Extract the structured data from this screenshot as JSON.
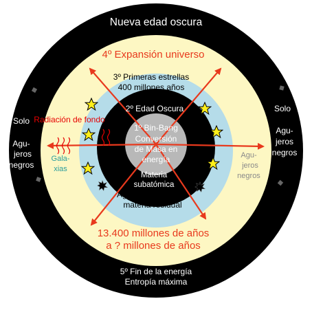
{
  "colors": {
    "outer_ring": "#000000",
    "cream_ring": "#fdf7c3",
    "light_blue_ring": "#b5dce9",
    "inner_black": "#000000",
    "core": "#b8b8b8",
    "arrow_red": "#e8391d",
    "text_orange_red": "#e8391d",
    "text_white": "#ffffff",
    "text_black": "#000000",
    "text_red": "#e60000",
    "text_teal": "#2a9d9d",
    "text_gray": "#8a8a8a",
    "star_yellow": "#ffef1a"
  },
  "labels": {
    "outer_top": "Nueva edad oscura",
    "outer_bottom_1": "5º Fin de la energía",
    "outer_bottom_2": "Entropía máxima",
    "left_solo": "Solo",
    "left_agu": "Agu-",
    "left_jeros": "jeros",
    "left_negros": "negros",
    "right_solo": "Solo",
    "right_agu": "Agu-",
    "right_jeros": "jeros",
    "right_negros": "negros",
    "expansion": "4º Expansión universo",
    "stars_1": "3º Primeras estrellas",
    "stars_2": "400 millones años",
    "edad_oscura": "2º Edad Oscura",
    "bigbang_1": "1º Bin-Bang",
    "bigbang_2": "Conversión",
    "bigbang_3": "de Masa en",
    "bigbang_4": "energía",
    "materia_1": "Materia",
    "materia_2": "subatómica",
    "agujeros_res_1": "Agujeros negros de",
    "agujeros_res_2": "materia residual",
    "radiacion": "Radiación de fondo",
    "galaxias_1": "Gala-",
    "galaxias_2": "xias",
    "right_mid_agu": "Agu-",
    "right_mid_jeros": "jeros",
    "right_mid_negros": "negros",
    "years_1": "13.400 millones de años",
    "years_2": "a ? millones de años"
  },
  "icons": {
    "star": "star-icon",
    "black_hole": "black-hole-icon",
    "wave": "wavy-radiation-icon",
    "arrow": "red-arrow-icon"
  }
}
